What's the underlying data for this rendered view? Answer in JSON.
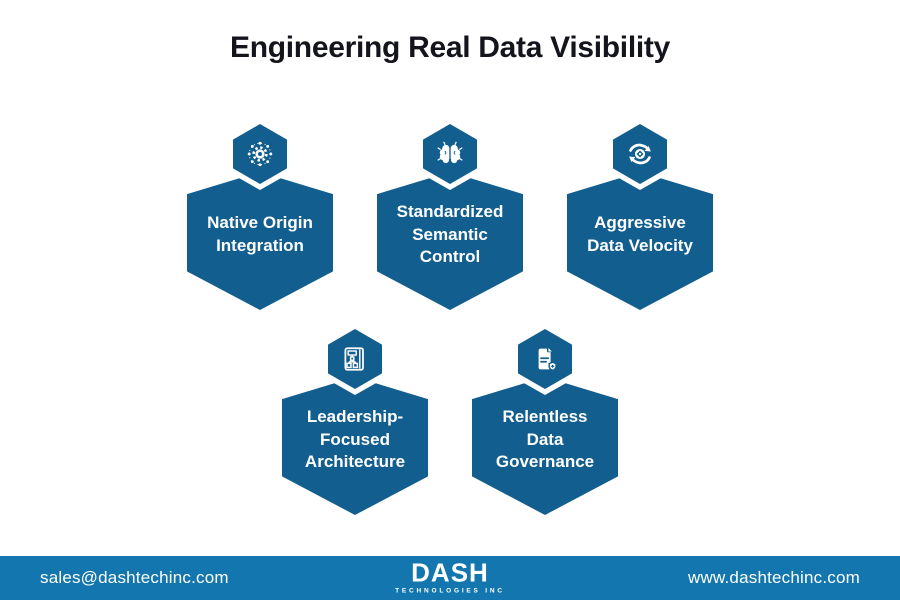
{
  "title": "Engineering Real Data Visibility",
  "cards": [
    {
      "icon": "gear-network-icon",
      "label_lines": [
        "Native Origin",
        "Integration"
      ]
    },
    {
      "icon": "brain-icon",
      "label_lines": [
        "Standardized",
        "Semantic",
        "Control"
      ]
    },
    {
      "icon": "sync-arrows-icon",
      "label_lines": [
        "Aggressive",
        "Data Velocity"
      ]
    },
    {
      "icon": "org-chart-board-icon",
      "label_lines": [
        "Leadership-",
        "Focused",
        "Architecture"
      ]
    },
    {
      "icon": "document-shield-icon",
      "label_lines": [
        "Relentless",
        "Data",
        "Governance"
      ]
    }
  ],
  "footer": {
    "email": "sales@dashtechinc.com",
    "website": "www.dashtechinc.com",
    "logo_text": "DASH",
    "logo_subtitle": "TECHNOLOGIES INC"
  },
  "colors": {
    "hexagon_blue": "#125E8E",
    "footer_blue": "#1376AE",
    "title_text": "#14151C",
    "card_text": "#FFFFFF"
  }
}
